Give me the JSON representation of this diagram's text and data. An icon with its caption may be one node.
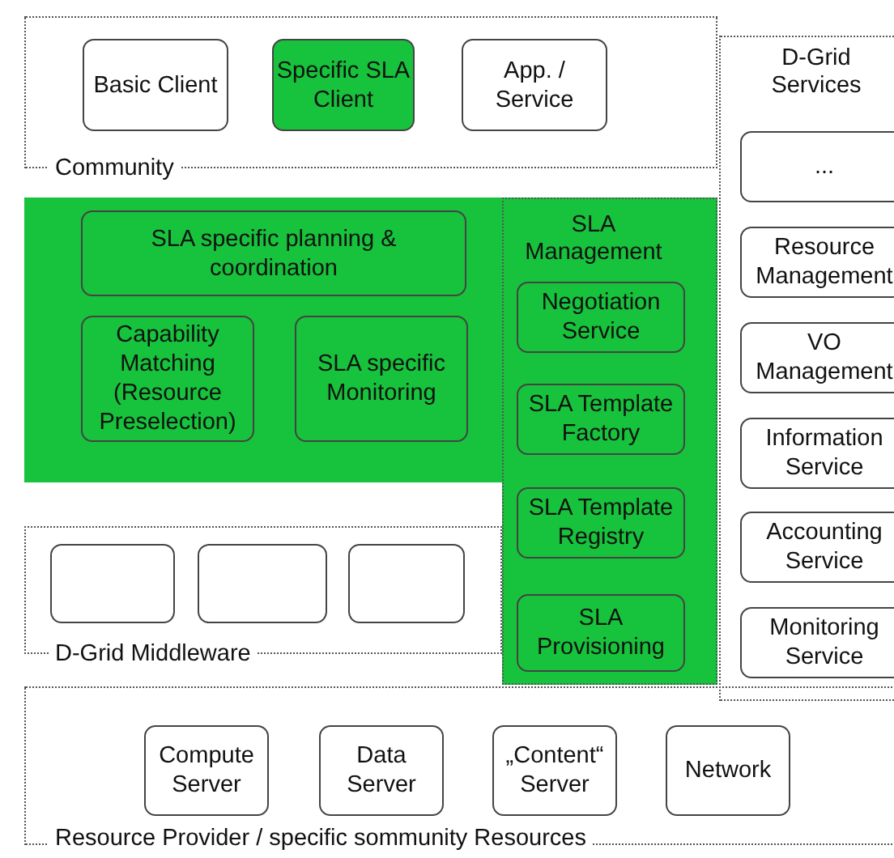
{
  "diagram": {
    "nodes": [
      {
        "text": [
          "Community"
        ]
      },
      {
        "text": [
          "Basic Client"
        ],
        "in": 0
      },
      {
        "text": [
          "Specific SLA Client"
        ],
        "in": 0
      },
      {
        "text": [
          "App. / Service"
        ],
        "in": 0
      },
      {
        "text": [
          "D-Grid Services"
        ]
      },
      {
        "text": [
          "..."
        ],
        "in": 4
      },
      {
        "text": [
          "Resource Management"
        ],
        "in": 4
      },
      {
        "text": [
          "VO Management"
        ],
        "in": 4
      },
      {
        "text": [
          "Information Service"
        ],
        "in": 4
      },
      {
        "text": [
          "Accounting Service"
        ],
        "in": 4
      },
      {
        "text": [
          "Monitoring Service"
        ],
        "in": 4
      },
      {
        "text": [],
        "shape": "box"
      },
      {
        "text": [
          "SLA specific planning & coordination"
        ],
        "in": 11
      },
      {
        "text": [
          "Capability Matching (Resource Preselection)"
        ],
        "in": 11
      },
      {
        "text": [
          "SLA specific Monitoring"
        ],
        "in": 11
      },
      {
        "text": [
          "SLA Management"
        ]
      },
      {
        "text": [
          "Negotiation Service"
        ],
        "in": 15
      },
      {
        "text": [
          "SLA Template Factory"
        ],
        "in": 15
      },
      {
        "text": [
          "SLA Template Registry"
        ],
        "in": 15
      },
      {
        "text": [
          "SLA Provisioning"
        ],
        "in": 15
      },
      {
        "text": [
          "D-Grid Middleware"
        ]
      },
      {
        "text": [],
        "shape": "box",
        "in": 20
      },
      {
        "text": [],
        "shape": "box",
        "in": 20
      },
      {
        "text": [],
        "shape": "box",
        "in": 20
      },
      {
        "text": [
          "Resource Provider / specific sommunity Resources"
        ]
      },
      {
        "text": [
          "Compute Server"
        ],
        "in": 24
      },
      {
        "text": [
          "Data Server"
        ],
        "in": 24
      },
      {
        "text": [
          "„Content“ Server"
        ],
        "in": 24
      },
      {
        "text": [
          "Network"
        ],
        "in": 24
      }
    ],
    "edges": []
  }
}
